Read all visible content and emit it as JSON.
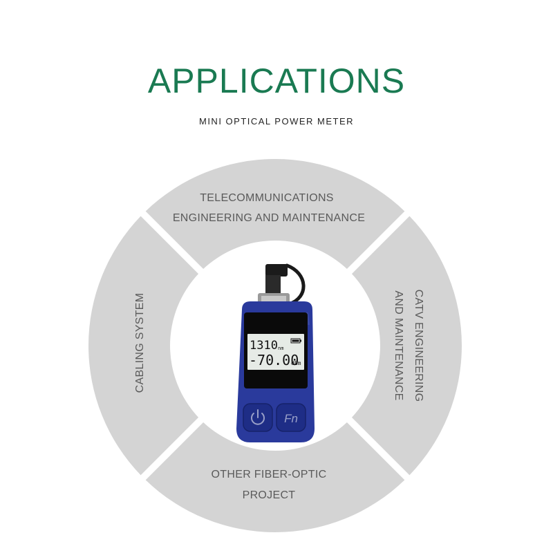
{
  "header": {
    "title": "APPLICATIONS",
    "subtitle": "MINI OPTICAL POWER METER"
  },
  "segments": {
    "top": {
      "line1": "TELECOMMUNICATIONS",
      "line2": "ENGINEERING AND MAINTENANCE"
    },
    "right": {
      "line1": "CATV ENGINEERING",
      "line2": "AND MAINTENANCE"
    },
    "bottom": {
      "line1": "OTHER FIBER-OPTIC",
      "line2": "PROJECT"
    },
    "left": {
      "line1": "CABLING SYSTEM"
    }
  },
  "device": {
    "wavelength": "1310",
    "wavelength_unit": "nm",
    "power": "-70.00",
    "power_unit": "dBm",
    "fn_label": "Fn",
    "body_color": "#2a3a9c",
    "screen_color": "#e6ebe6"
  },
  "colors": {
    "title": "#1a7a52",
    "segment": "#d4d4d4",
    "segment_text": "#5a5a5a"
  },
  "icons": {
    "power": "power-icon",
    "battery": "battery-icon"
  }
}
